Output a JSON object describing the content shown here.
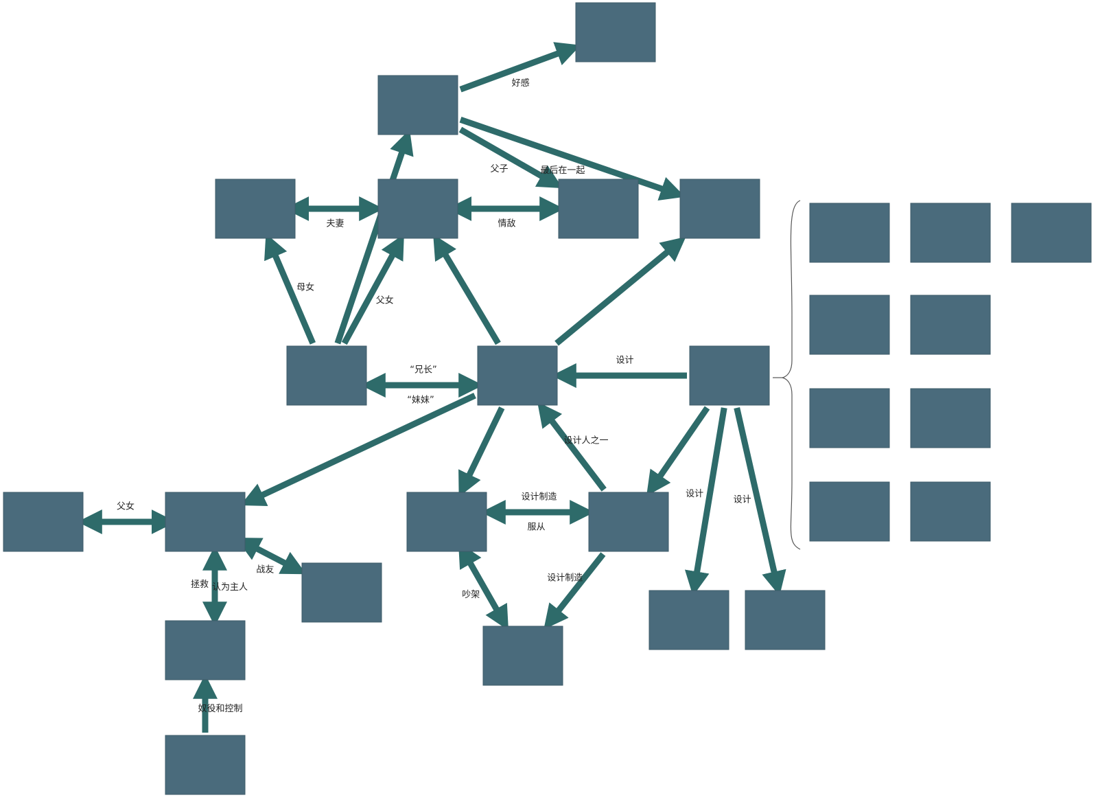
{
  "colors": {
    "node": "#4a6b7c",
    "edge": "#2e6b6a",
    "label": "#222222"
  },
  "nodes": [
    {
      "id": "n_top_right",
      "label": ""
    },
    {
      "id": "n_he_changan",
      "label": ""
    },
    {
      "id": "n_meiyi",
      "label": ""
    },
    {
      "id": "n_center_top",
      "label": ""
    },
    {
      "id": "n_he_lyu",
      "label": ""
    },
    {
      "id": "n_lilian",
      "label": ""
    },
    {
      "id": "n_wenjing",
      "label": ""
    },
    {
      "id": "n_xda",
      "label": ""
    },
    {
      "id": "n_designer",
      "label": ""
    },
    {
      "id": "n_wangjiao",
      "label": ""
    },
    {
      "id": "n_suha",
      "label": ""
    },
    {
      "id": "n_zhanyou",
      "label": ""
    },
    {
      "id": "n_langtian",
      "label": ""
    },
    {
      "id": "n_bottom_left",
      "label": ""
    },
    {
      "id": "n_qisi",
      "label": ""
    },
    {
      "id": "n_demote",
      "label": ""
    },
    {
      "id": "n_bottom_center",
      "label": ""
    },
    {
      "id": "n_lc1",
      "label": ""
    },
    {
      "id": "n_lc2",
      "label": ""
    },
    {
      "id": "n_g1",
      "label": ""
    },
    {
      "id": "n_g2",
      "label": ""
    },
    {
      "id": "n_g3",
      "label": ""
    },
    {
      "id": "n_g4",
      "label": ""
    },
    {
      "id": "n_g5",
      "label": ""
    },
    {
      "id": "n_g6",
      "label": ""
    },
    {
      "id": "n_g7",
      "label": ""
    },
    {
      "id": "n_g8",
      "label": ""
    },
    {
      "id": "n_g9",
      "label": ""
    }
  ],
  "edges": [
    {
      "from": "n_he_changan",
      "to": "n_top_right",
      "label": "好感"
    },
    {
      "from": "n_he_changan",
      "to": "n_he_lyu",
      "label": "父子"
    },
    {
      "from": "n_he_changan",
      "to": "n_lilian",
      "label": "最后在一起"
    },
    {
      "from": "n_wenjing",
      "to": "n_he_changan",
      "label": ""
    },
    {
      "from": "n_meiyi",
      "to": "n_center_top",
      "label": "夫妻",
      "bidirectional": true
    },
    {
      "from": "n_center_top",
      "to": "n_he_lyu",
      "label": "情敌",
      "bidirectional": true
    },
    {
      "from": "n_wenjing",
      "to": "n_meiyi",
      "label": "母女"
    },
    {
      "from": "n_wenjing",
      "to": "n_center_top",
      "label": "父女"
    },
    {
      "from": "n_xda",
      "to": "n_center_top",
      "label": ""
    },
    {
      "from": "n_xda",
      "to": "n_lilian",
      "label": ""
    },
    {
      "from": "n_xda",
      "to": "n_wenjing",
      "label": "“兄长”"
    },
    {
      "from": "n_wenjing",
      "to": "n_xda",
      "label": "“妹妹”"
    },
    {
      "from": "n_designer",
      "to": "n_xda",
      "label": "设计"
    },
    {
      "from": "n_xda",
      "to": "n_suha",
      "label": ""
    },
    {
      "from": "n_xda",
      "to": "n_wangjiao",
      "label": ""
    },
    {
      "from": "n_lc1",
      "to": "n_xda",
      "label": "设计人之一"
    },
    {
      "from": "n_lc1",
      "to": "n_wangjiao",
      "label": "设计制造"
    },
    {
      "from": "n_wangjiao",
      "to": "n_lc1",
      "label": "服从"
    },
    {
      "from": "n_wangjiao",
      "to": "n_bottom_center",
      "label": "吵架",
      "bidirectional": true
    },
    {
      "from": "n_lc1",
      "to": "n_bottom_center",
      "label": "设计制造"
    },
    {
      "from": "n_suha",
      "to": "n_qisi",
      "label": "父女",
      "bidirectional": true
    },
    {
      "from": "n_suha",
      "to": "n_zhanyou",
      "label": "战友",
      "bidirectional": true
    },
    {
      "from": "n_suha",
      "to": "n_langtian",
      "label": "拯救"
    },
    {
      "from": "n_langtian",
      "to": "n_suha",
      "label": "认为主人"
    },
    {
      "from": "n_bottom_left",
      "to": "n_langtian",
      "label": "奴役和控制"
    },
    {
      "from": "n_designer",
      "to": "n_lc1",
      "label": ""
    },
    {
      "from": "n_designer",
      "to": "n_demote",
      "label": "设计"
    },
    {
      "from": "n_designer",
      "to": "n_lc2",
      "label": "设计"
    }
  ],
  "group_label": ""
}
